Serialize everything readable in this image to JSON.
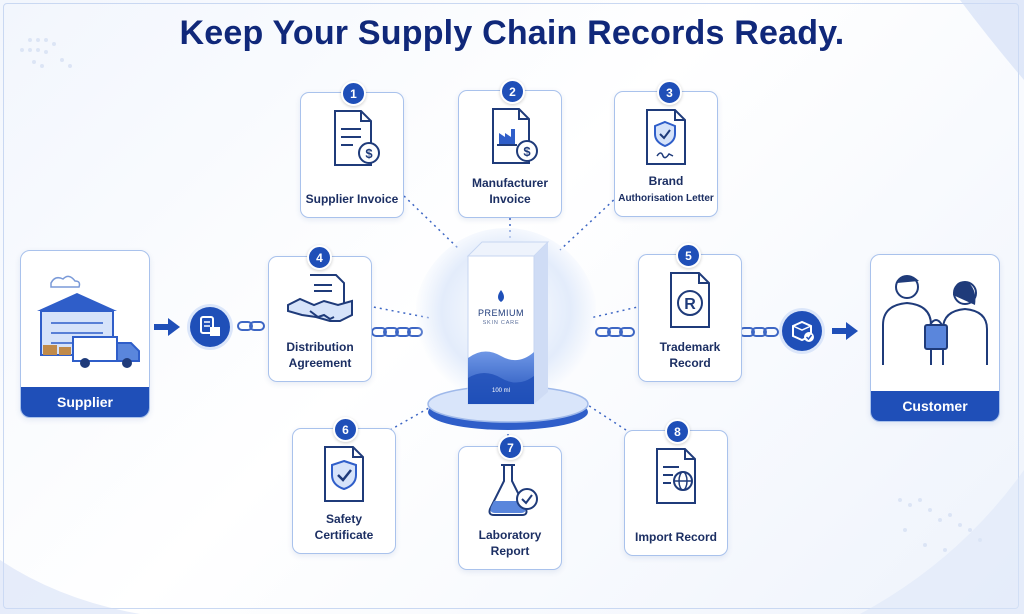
{
  "title": "Keep Your Supply Chain Records Ready.",
  "colors": {
    "primary": "#1f4fb8",
    "title": "#10287a",
    "card_border": "#a9c2ec"
  },
  "endpoints": {
    "supplier": {
      "label": "Supplier",
      "icon": "warehouse-truck-icon"
    },
    "customer": {
      "label": "Customer",
      "icon": "customer-handoff-icon"
    }
  },
  "connectors": {
    "left": {
      "icon": "checklist-box-icon"
    },
    "right": {
      "icon": "package-check-icon"
    }
  },
  "product": {
    "brand": "PREMIUM",
    "subtitle": "SKIN CARE",
    "volume": "100 ml"
  },
  "documents": [
    {
      "number": "1",
      "label": "Supplier Invoice",
      "icon": "invoice-dollar-icon"
    },
    {
      "number": "2",
      "label": "Manufacturer Invoice",
      "icon": "factory-invoice-icon"
    },
    {
      "number": "3",
      "label_line1": "Brand",
      "label_line2": "Authorisation Letter",
      "icon": "shield-letter-icon"
    },
    {
      "number": "4",
      "label": "Distribution Agreement",
      "icon": "handshake-icon"
    },
    {
      "number": "5",
      "label": "Trademark Record",
      "icon": "trademark-icon"
    },
    {
      "number": "6",
      "label": "Safety Certificate",
      "icon": "shield-check-icon"
    },
    {
      "number": "7",
      "label": "Laboratory Report",
      "icon": "flask-check-icon"
    },
    {
      "number": "8",
      "label": "Import Record",
      "icon": "globe-document-icon"
    }
  ]
}
